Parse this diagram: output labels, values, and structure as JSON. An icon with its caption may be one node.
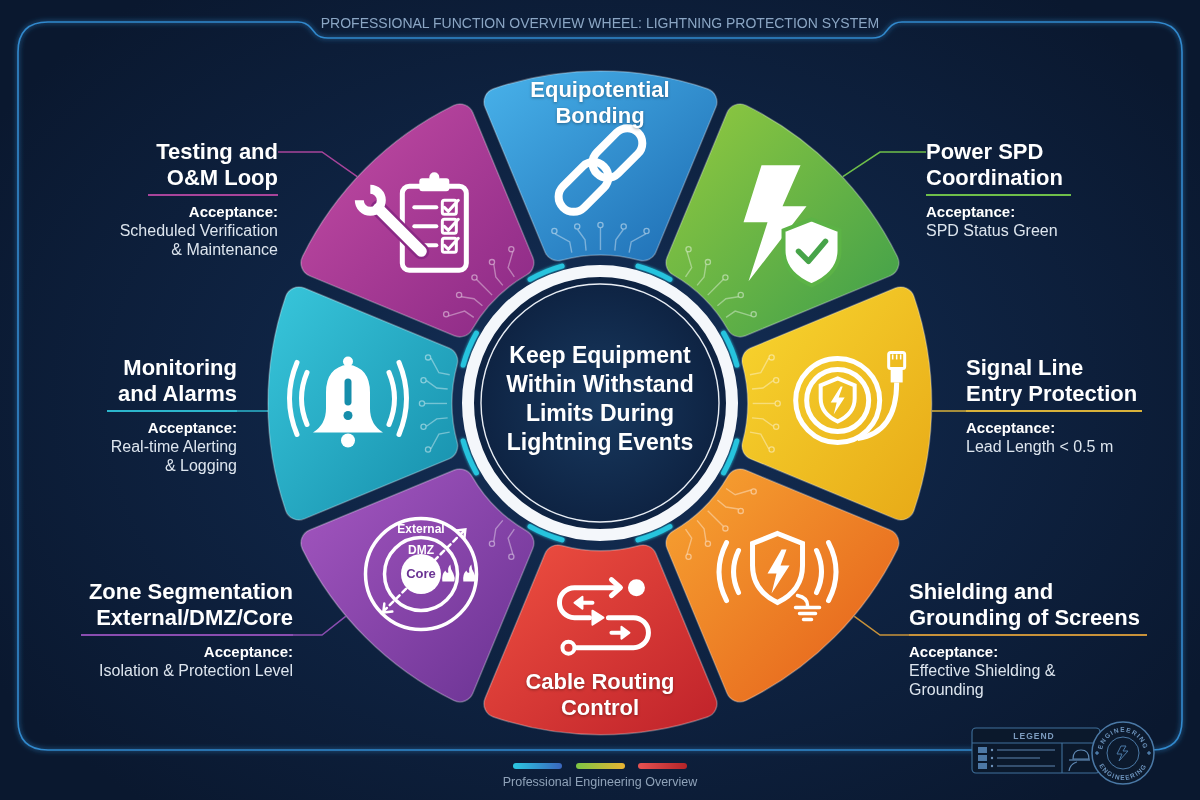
{
  "diagram": {
    "title": "PROFESSIONAL FUNCTION OVERVIEW WHEEL: LIGHTNING PROTECTION SYSTEM",
    "caption": "Professional Engineering Overview",
    "nodes": [
      {
        "text": [
          "Equipotential Bonding"
        ]
      },
      {
        "text": [
          "Testing and O&M Loop",
          "Acceptance:",
          "Scheduled Verification & Maintenance"
        ]
      },
      {
        "text": [],
        "shape": "sector"
      },
      {
        "text": [
          "Power SPD Coordination",
          "Acceptance:",
          "SPD Status Green"
        ]
      },
      {
        "text": [],
        "shape": "sector"
      },
      {
        "text": [
          "Monitoring and Alarms",
          "Acceptance:",
          "Real-time Alerting & Logging"
        ]
      },
      {
        "text": [],
        "shape": "sector"
      },
      {
        "text": [
          "Keep Equipment Within Withstand Limits During Lightning Events"
        ]
      },
      {
        "text": [],
        "shape": "sector"
      },
      {
        "text": [
          "Signal Line Entry Protection",
          "Acceptance:",
          "Lead Length < 0.5 m"
        ]
      },
      {
        "text": [
          "Zone Segmentation External/DMZ/Core",
          "Acceptance:",
          "Isolation & Protection Level"
        ]
      },
      {
        "text": [],
        "shape": "sector"
      },
      {
        "text": [
          "External"
        ],
        "in": 11
      },
      {
        "text": [
          "DMZ"
        ],
        "in": 12
      },
      {
        "text": [
          "Core"
        ],
        "in": 13
      },
      {
        "text": [],
        "shape": "sector"
      },
      {
        "text": [
          "Shielding and Grounding of Screens",
          "Acceptance:",
          "Effective Shielding & Grounding"
        ]
      },
      {
        "text": [
          "Cable Routing Control"
        ]
      }
    ],
    "edges": [
      {
        "from": 1,
        "to": 2,
        "arrow": "none",
        "color": "#a8449a"
      },
      {
        "from": 3,
        "to": 4,
        "arrow": "none",
        "color": "#6fbf4a"
      },
      {
        "from": 5,
        "to": 6,
        "arrow": "none",
        "color": "#2cb6cc"
      },
      {
        "from": 9,
        "to": 8,
        "arrow": "none",
        "color": "#d9b23a"
      },
      {
        "from": 10,
        "to": 11,
        "arrow": "none",
        "color": "#8a4db0"
      },
      {
        "from": 16,
        "to": 15,
        "arrow": "none",
        "color": "#c8923a"
      }
    ],
    "labels": [
      "LEGEND",
      "ENGINEERING",
      "ENGINEERING"
    ]
  }
}
